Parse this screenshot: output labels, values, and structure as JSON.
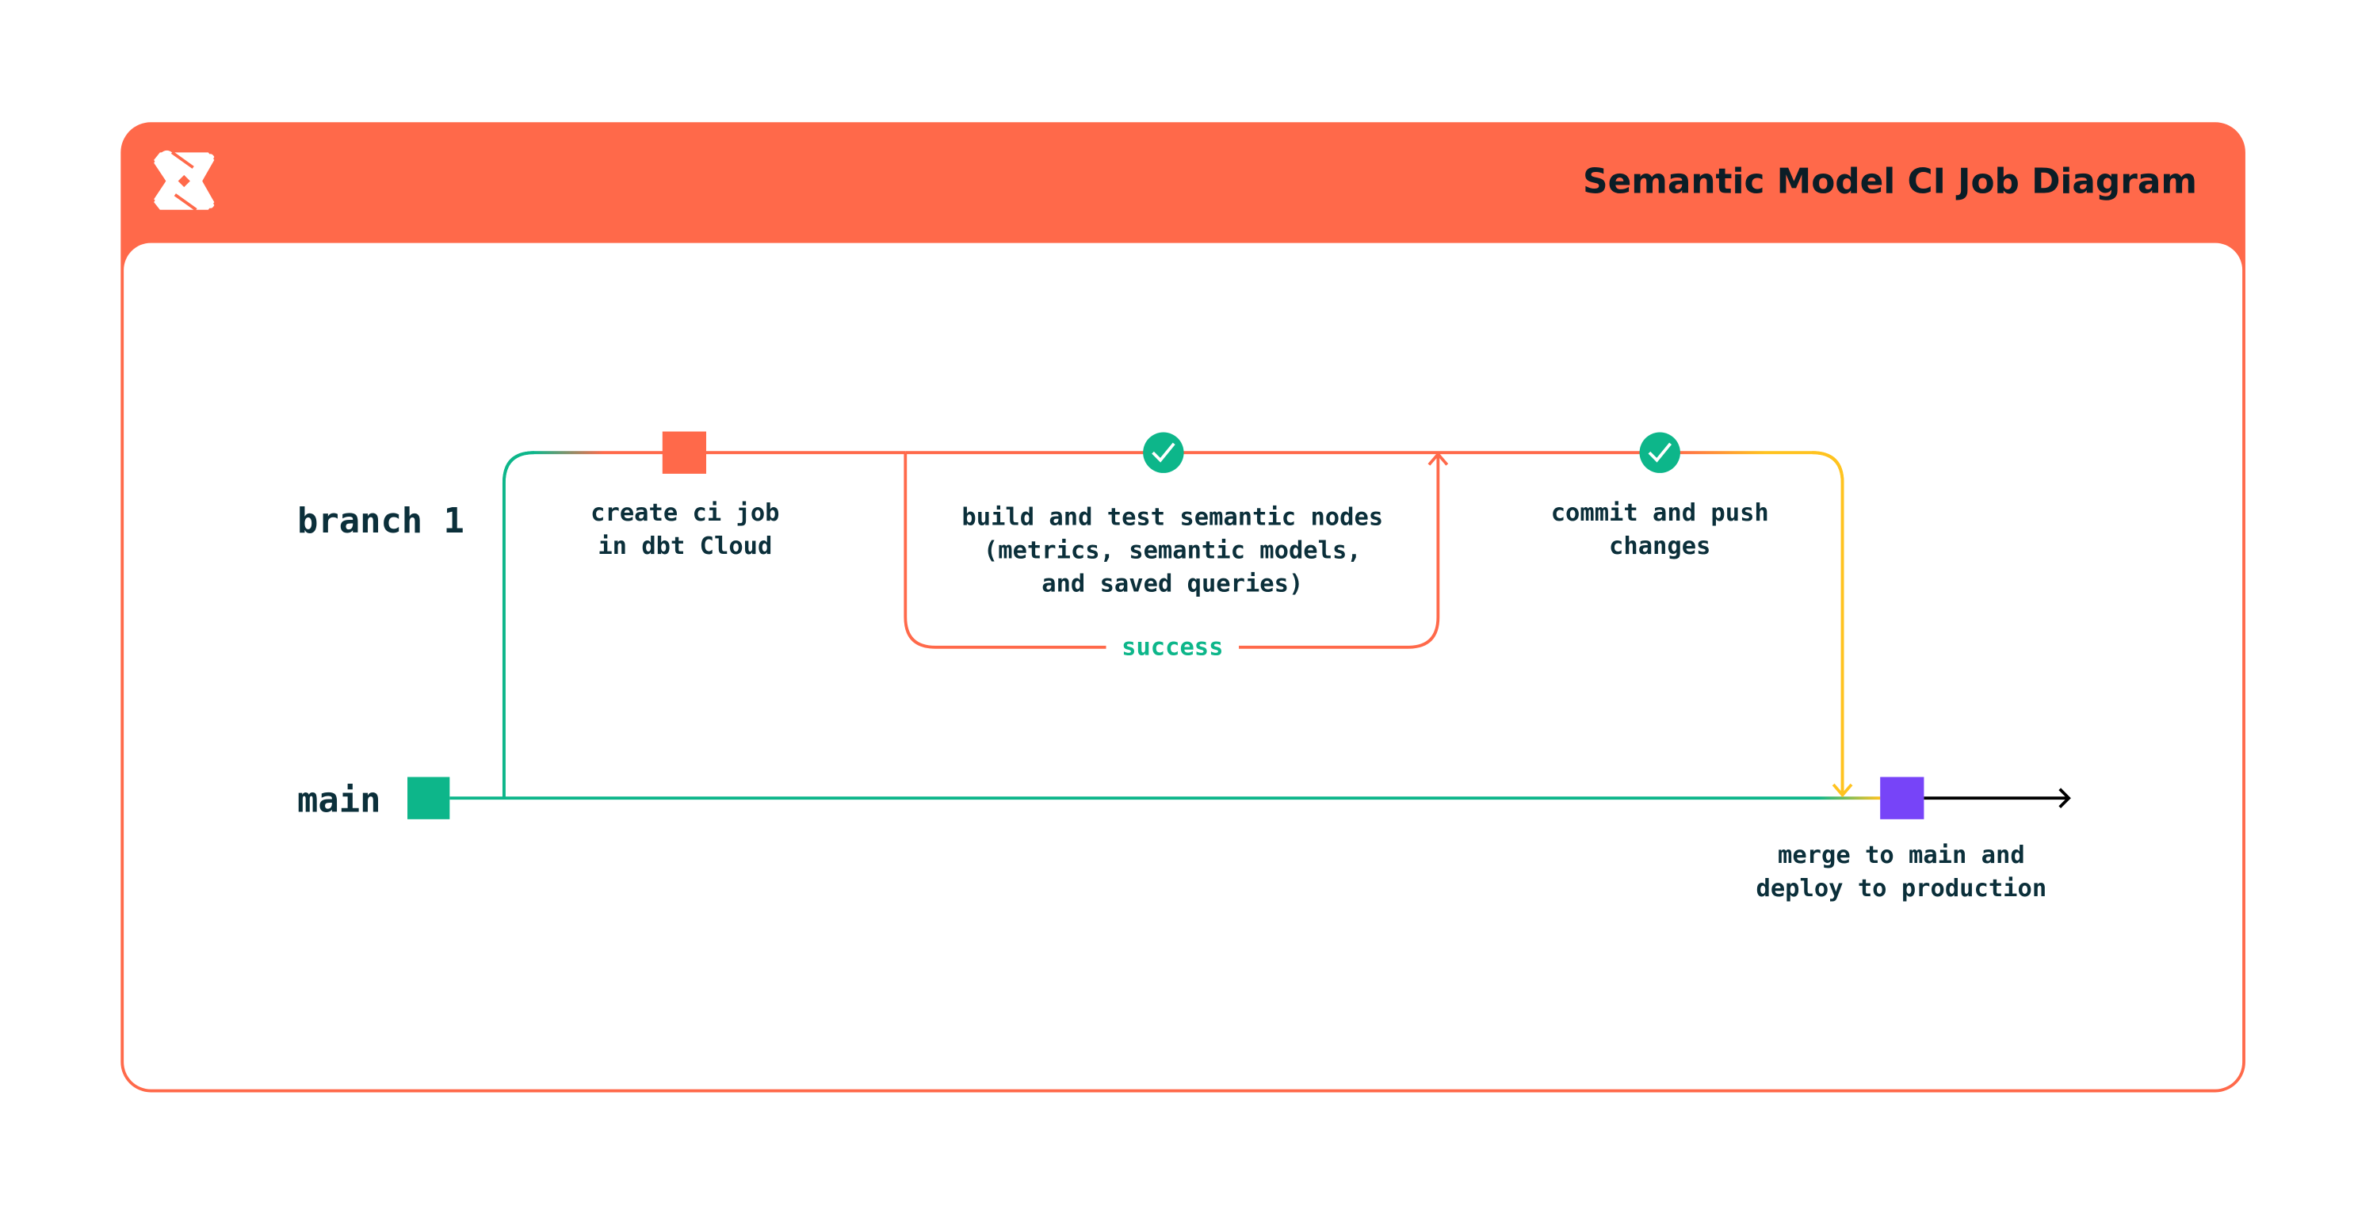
{
  "header": {
    "title": "Semantic Model CI Job Diagram",
    "logo": "dbt-logo-icon"
  },
  "lanes": {
    "branch": "branch 1",
    "main": "main"
  },
  "steps": {
    "create_ci_job": [
      "create ci job",
      "in dbt Cloud"
    ],
    "build_and_test": [
      "build and test semantic nodes",
      "(metrics, semantic models,",
      "and saved queries)"
    ],
    "success_label": "success",
    "commit_and_push": [
      "commit and push",
      "changes"
    ],
    "merge_deploy": [
      "merge to main and",
      "deploy to production"
    ]
  },
  "colors": {
    "brand": "#ff694a",
    "green": "#0db68a",
    "yellow": "#ffc31f",
    "purple": "#7744f8",
    "text": "#0b2f3a"
  }
}
